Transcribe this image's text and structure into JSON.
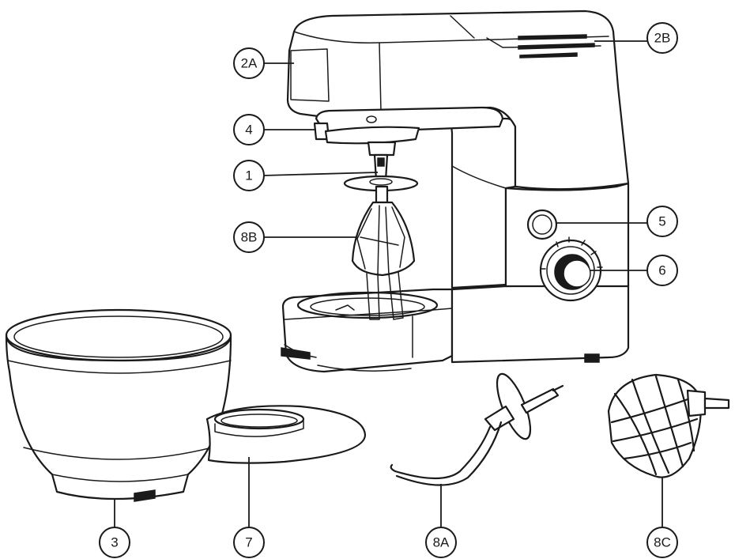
{
  "callouts": {
    "c2A": "2A",
    "c2B": "2B",
    "c4": "4",
    "c1": "1",
    "c8B": "8B",
    "c5": "5",
    "c6": "6",
    "c3": "3",
    "c7": "7",
    "c8A": "8A",
    "c8C": "8C"
  },
  "colors": {
    "line": "#1a1a1a",
    "background": "#ffffff"
  }
}
